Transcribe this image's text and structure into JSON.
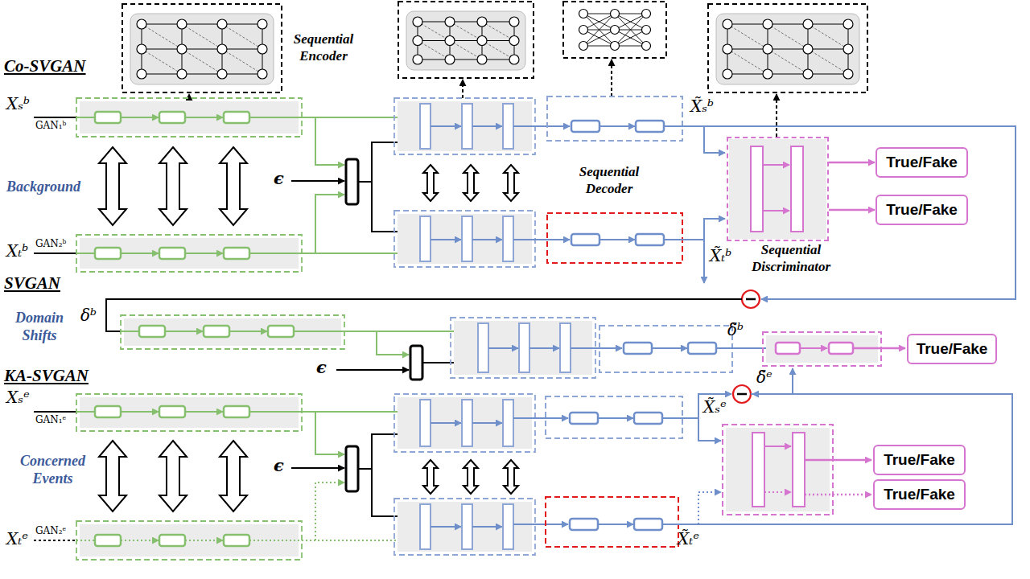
{
  "diagram": {
    "nodes": [
      {
        "text": [
          "Sequential Discriminator"
        ]
      },
      {
        "text": [
          "True/Fake"
        ]
      },
      {
        "text": [
          "True/Fake"
        ]
      },
      {
        "text": [
          "True/Fake"
        ]
      },
      {
        "text": [
          "True/Fake"
        ]
      },
      {
        "text": [
          "True/Fake"
        ]
      }
    ],
    "edges": [
      {
        "from": 0,
        "to": 1,
        "arrow": "to"
      },
      {
        "from": 0,
        "to": 2,
        "arrow": "to"
      }
    ],
    "labels": [
      "Co-SVGAN",
      "Sequential Encoder",
      "Xₛᵇ",
      "GAN₁ᵇ",
      "Background",
      "Xₜᵇ",
      "GAN₂ᵇ",
      "ϵ",
      "X̃ₛᵇ",
      "Sequential Decoder",
      "X̃ₜᵇ",
      "SVGAN",
      "Domain Shifts",
      "δᵇ",
      "ϵ",
      "δ̃ᵇ",
      "δ̃ᵉ",
      "KA-SVGAN",
      "Xₛᵉ",
      "GAN₁ᵉ",
      "Concerned Events",
      "ϵ",
      "X̃ₛᵉ",
      "Xₜᵉ",
      "GAN₂ᵉ",
      "X̃ₜᵉ"
    ]
  }
}
